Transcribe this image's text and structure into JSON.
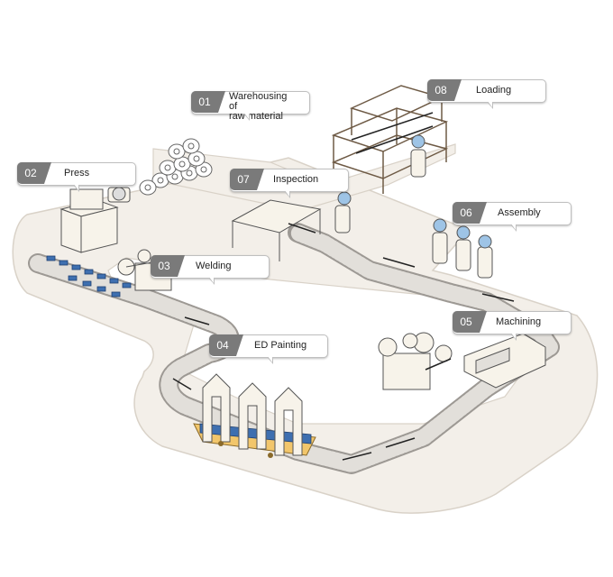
{
  "steps": [
    {
      "num": "01",
      "label": "Warehousing of\nraw material"
    },
    {
      "num": "02",
      "label": "Press"
    },
    {
      "num": "03",
      "label": "Welding"
    },
    {
      "num": "04",
      "label": "ED Painting"
    },
    {
      "num": "05",
      "label": "Machining"
    },
    {
      "num": "06",
      "label": "Assembly"
    },
    {
      "num": "07",
      "label": "Inspection"
    },
    {
      "num": "08",
      "label": "Loading"
    }
  ],
  "colors": {
    "floor": "#f3efe9",
    "floor_edge": "#d9d2c8",
    "conveyor": "#e2dfda",
    "conveyor_line": "#9d9994",
    "machine": "#f7f3ea",
    "machine_line": "#555555",
    "tank": "#f2c66b",
    "liquid": "#3e6fb0",
    "helmet": "#9ec4e6",
    "badge": "#7a7a7a"
  }
}
